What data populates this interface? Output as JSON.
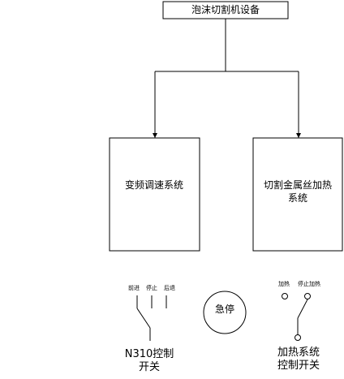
{
  "diagram": {
    "top_box": "泡沫切割机设备",
    "left_system": "变频调速系统",
    "right_system": {
      "line1": "切割金属丝加热",
      "line2": "系统"
    },
    "emergency_stop": "急停",
    "n310_switch": {
      "positions": [
        "前进",
        "停止",
        "后退"
      ],
      "label_line1": "N310控制",
      "label_line2": "开关"
    },
    "heating_switch": {
      "top_labels": [
        "加热",
        "停止加热"
      ],
      "label_line1": "加热系统",
      "label_line2": "控制开关"
    }
  }
}
